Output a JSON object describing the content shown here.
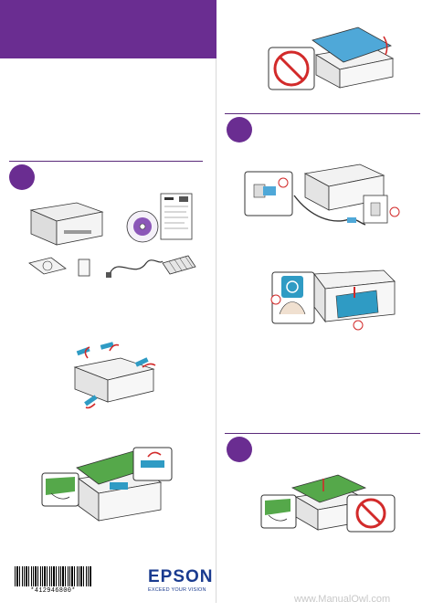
{
  "barcode": {
    "number": "*412946800*"
  },
  "brand": {
    "name": "EPSON",
    "tagline": "EXCEED YOUR VISION"
  },
  "watermark": {
    "text": "www.ManualOwl.com"
  },
  "colors": {
    "accent": "#6a2d91",
    "brand_blue": "#1a3b8f",
    "scanner_lid": "#4fa8d8",
    "tape": "#2f9bc4",
    "lid_green": "#55a84a",
    "prohibit_red": "#d22a2a"
  }
}
